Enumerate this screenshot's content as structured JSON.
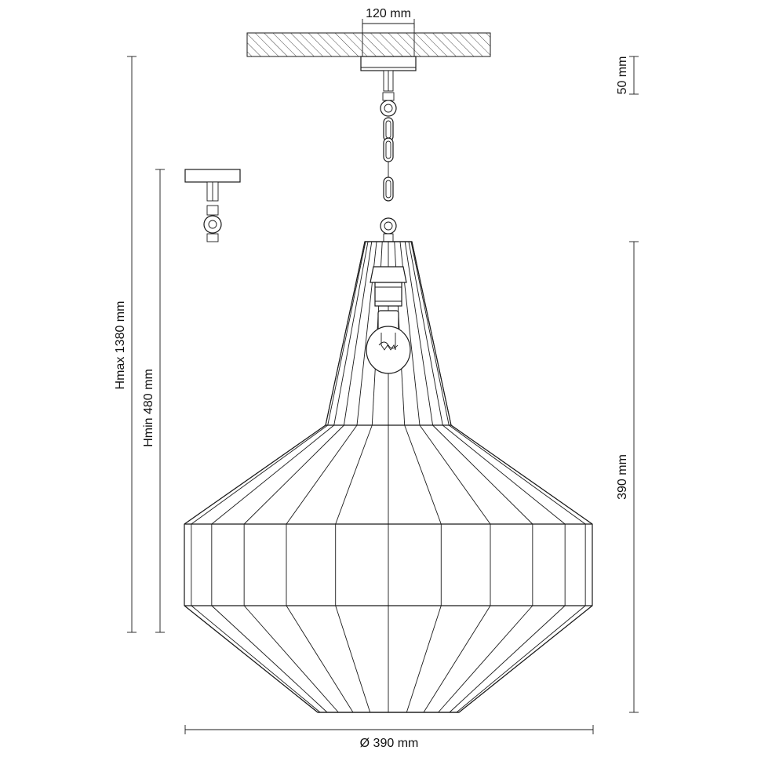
{
  "dimensions": {
    "canopy_width": "120 mm",
    "canopy_height": "50 mm",
    "height_max": "Hmax 1380 mm",
    "height_min": "Hmin 480 mm",
    "shade_height": "390 mm",
    "shade_diameter": "Ø 390 mm"
  },
  "colors": {
    "line": "#1a1a1a",
    "background": "#ffffff"
  }
}
